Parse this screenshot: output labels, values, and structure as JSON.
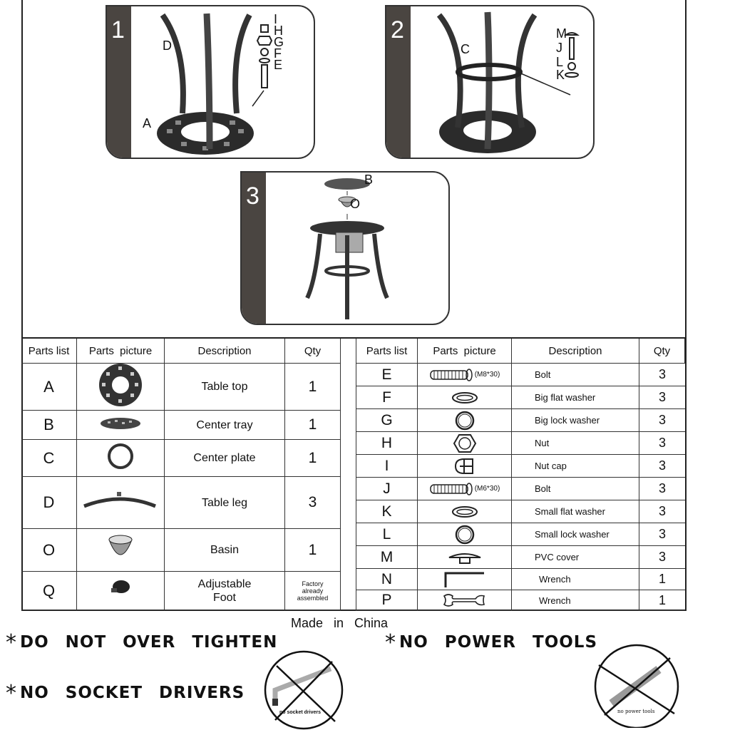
{
  "steps": [
    {
      "number": "1",
      "labels": [
        "D",
        "A",
        "I",
        "H",
        "G",
        "F",
        "E"
      ]
    },
    {
      "number": "2",
      "labels": [
        "C",
        "M",
        "J",
        "L",
        "K"
      ]
    },
    {
      "number": "3",
      "labels": [
        "B",
        "O"
      ]
    }
  ],
  "parts_table": {
    "headers": {
      "parts_list": "Parts list",
      "parts_picture": "Parts  picture",
      "description": "Description",
      "qty": "Qty"
    },
    "left": [
      {
        "id": "A",
        "icon": "table-top",
        "description": "Table top",
        "qty": "1"
      },
      {
        "id": "B",
        "icon": "center-tray",
        "description": "Center tray",
        "qty": "1"
      },
      {
        "id": "C",
        "icon": "center-plate",
        "description": "Center plate",
        "qty": "1"
      },
      {
        "id": "D",
        "icon": "table-leg",
        "description": "Table leg",
        "qty": "3"
      },
      {
        "id": "O",
        "icon": "basin",
        "description": "Basin",
        "qty": "1"
      },
      {
        "id": "Q",
        "icon": "adjustable-foot",
        "description": "Adjustable\nFoot",
        "qty": "Factory\nalready\nassembled"
      }
    ],
    "right": [
      {
        "id": "E",
        "icon": "bolt",
        "spec": "(M8*30)",
        "description": "Bolt",
        "qty": "3"
      },
      {
        "id": "F",
        "icon": "flat-washer",
        "description": "Big flat washer",
        "qty": "3"
      },
      {
        "id": "G",
        "icon": "lock-washer",
        "description": "Big lock washer",
        "qty": "3"
      },
      {
        "id": "H",
        "icon": "nut",
        "description": "Nut",
        "qty": "3"
      },
      {
        "id": "I",
        "icon": "nut-cap",
        "description": "Nut cap",
        "qty": "3"
      },
      {
        "id": "J",
        "icon": "bolt",
        "spec": "(M6*30)",
        "description": "Bolt",
        "qty": "3"
      },
      {
        "id": "K",
        "icon": "flat-washer",
        "description": "Small flat washer",
        "qty": "3"
      },
      {
        "id": "L",
        "icon": "lock-washer",
        "description": "Small lock washer",
        "qty": "3"
      },
      {
        "id": "M",
        "icon": "pvc-cover",
        "description": "PVC cover",
        "qty": "3"
      },
      {
        "id": "N",
        "icon": "allen-wrench",
        "description": "Wrench",
        "qty": "1"
      },
      {
        "id": "P",
        "icon": "open-wrench",
        "description": "Wrench",
        "qty": "1"
      }
    ]
  },
  "footer": {
    "origin": "Made   in   China",
    "warnings": [
      "DO NOT OVER TIGHTEN",
      "NO SOCKET DRIVERS",
      "NO POWER TOOLS"
    ],
    "asterisk": "*",
    "sign_captions": [
      "no socket drivers",
      "no power tools"
    ]
  }
}
